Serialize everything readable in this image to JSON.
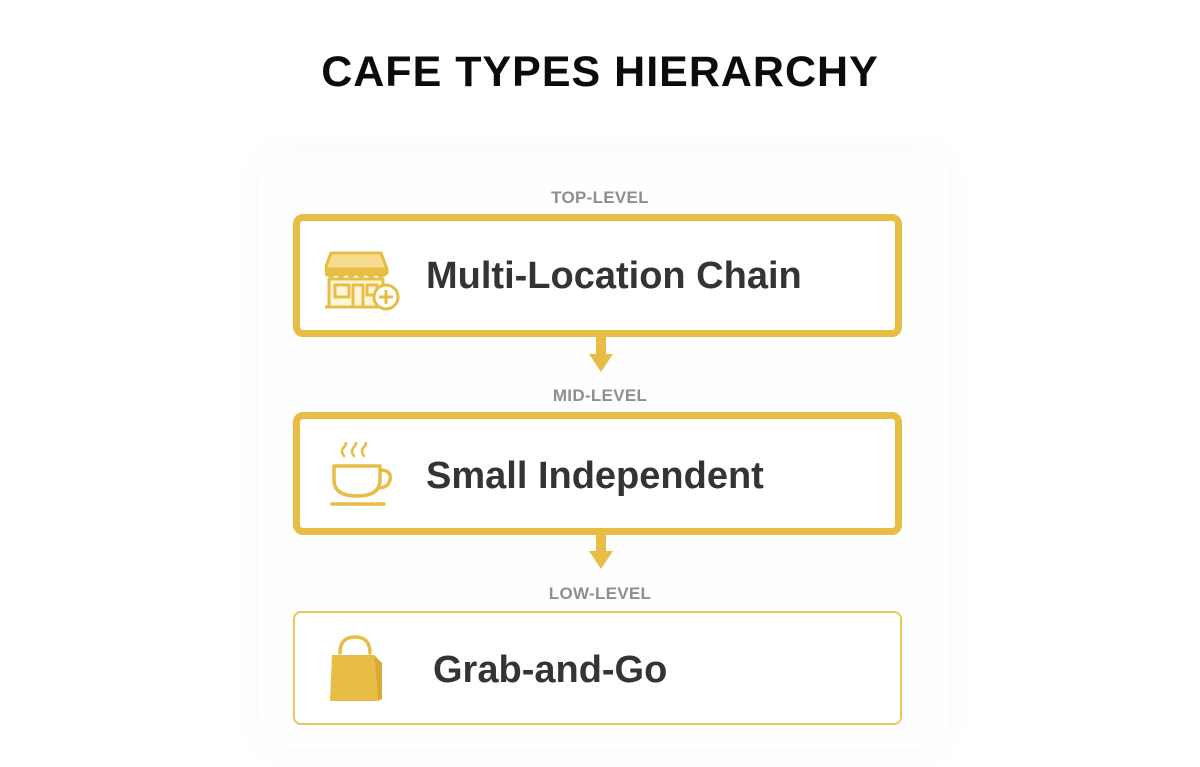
{
  "title": "CAFE TYPES HIERARCHY",
  "colors": {
    "accent": "#e8bd46",
    "accent_light": "#e9c660",
    "label_gray": "#8f8f8f",
    "text_dark": "#343434"
  },
  "levels": [
    {
      "level_label": "TOP-LEVEL",
      "name": "Multi-Location Chain",
      "icon": "storefront-plus-icon"
    },
    {
      "level_label": "MID-LEVEL",
      "name": "Small Independent",
      "icon": "coffee-cup-icon"
    },
    {
      "level_label": "LOW-LEVEL",
      "name": "Grab-and-Go",
      "icon": "shopping-bag-icon"
    }
  ]
}
